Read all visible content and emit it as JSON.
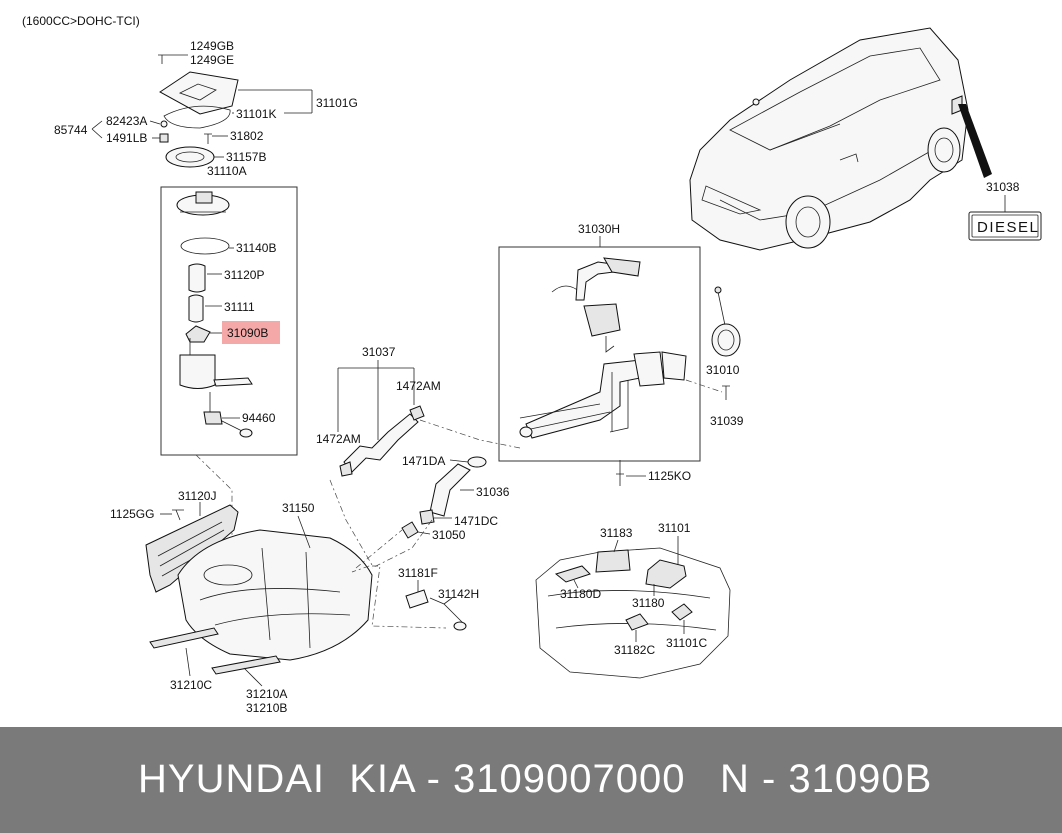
{
  "variant": "(1600CC>DOHC-TCI)",
  "highlight_color": "#f4a8a8",
  "labels": {
    "p1249GB": "1249GB",
    "p1249GE": "1249GE",
    "p31101G": "31101G",
    "p31101K": "31101K",
    "p82423A": "82423A",
    "p85744": "85744",
    "p1491LB": "1491LB",
    "p31802": "31802",
    "p31157B": "31157B",
    "p31110A": "31110A",
    "p31140B": "31140B",
    "p31120P": "31120P",
    "p31111": "31111",
    "p31090B": "31090B",
    "p94460": "94460",
    "p31037": "31037",
    "p1472AM_a": "1472AM",
    "p1472AM_b": "1472AM",
    "p1471DA": "1471DA",
    "p31036": "31036",
    "p1471DC": "1471DC",
    "p31050": "31050",
    "p31181F": "31181F",
    "p31142H": "31142H",
    "p1125GG": "1125GG",
    "p31120J": "31120J",
    "p31150": "31150",
    "p31210C": "31210C",
    "p31210A": "31210A",
    "p31210B": "31210B",
    "p31030H": "31030H",
    "p31010": "31010",
    "p31039": "31039",
    "p1125KO": "1125KO",
    "p31038": "31038",
    "diesel": "DIESEL",
    "p31183": "31183",
    "p31101": "31101",
    "p31180D": "31180D",
    "p31180": "31180",
    "p31182C": "31182C",
    "p31101C": "31101C"
  },
  "footer": {
    "brand": "HYUNDAI  KIA - 3109007000",
    "part": "N - 31090B"
  }
}
